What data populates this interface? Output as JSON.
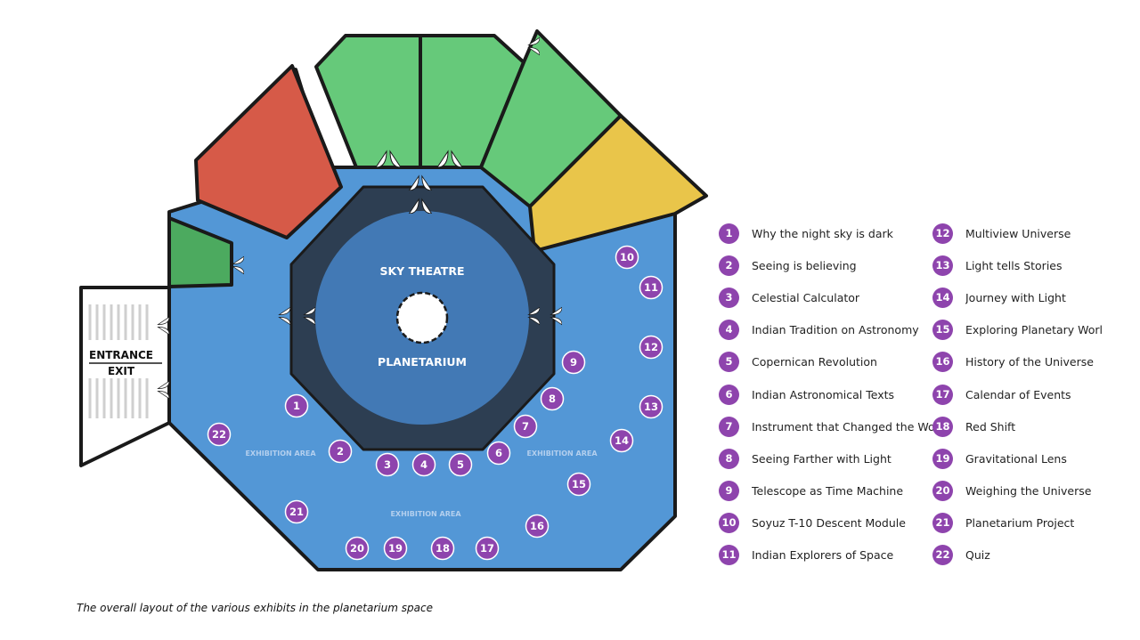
{
  "diagram": {
    "center_labels": {
      "top": "SKY THEATRE",
      "bottom": "PLANETARIUM"
    },
    "area_label": "EXHIBITION AREA",
    "door_labels": {
      "entrance": "ENTRANCE",
      "exit": "EXIT"
    },
    "colors": {
      "floor": "#5397d6",
      "inner_ring": "#2d3e52",
      "dome": "#4279b5",
      "red_hall": "#d65a48",
      "green_hall": "#66c97a",
      "dark_green_hall": "#4caa5f",
      "yellow_hall": "#e9c54a",
      "marker": "#8e44ad",
      "outline": "#1a1a1a"
    },
    "markers": [
      "1",
      "2",
      "3",
      "4",
      "5",
      "6",
      "7",
      "8",
      "9",
      "10",
      "11",
      "12",
      "13",
      "14",
      "15",
      "16",
      "17",
      "18",
      "19",
      "20",
      "21",
      "22"
    ]
  },
  "legend": [
    {
      "num": "1",
      "label": "Why the night sky is dark"
    },
    {
      "num": "2",
      "label": "Seeing is believing"
    },
    {
      "num": "3",
      "label": "Celestial Calculator"
    },
    {
      "num": "4",
      "label": "Indian Tradition on Astronomy"
    },
    {
      "num": "5",
      "label": "Copernican Revolution"
    },
    {
      "num": "6",
      "label": "Indian Astronomical Texts"
    },
    {
      "num": "7",
      "label": "Instrument that Changed the World"
    },
    {
      "num": "8",
      "label": "Seeing Farther with Light"
    },
    {
      "num": "9",
      "label": "Telescope as Time Machine"
    },
    {
      "num": "10",
      "label": "Soyuz T-10 Descent Module"
    },
    {
      "num": "11",
      "label": "Indian Explorers of Space"
    },
    {
      "num": "12",
      "label": "Multiview Universe"
    },
    {
      "num": "13",
      "label": "Light tells Stories"
    },
    {
      "num": "14",
      "label": "Journey with Light"
    },
    {
      "num": "15",
      "label": "Exploring Planetary Worl"
    },
    {
      "num": "16",
      "label": "History of the Universe"
    },
    {
      "num": "17",
      "label": "Calendar of Events"
    },
    {
      "num": "18",
      "label": "Red Shift"
    },
    {
      "num": "19",
      "label": "Gravitational Lens"
    },
    {
      "num": "20",
      "label": "Weighing the Universe"
    },
    {
      "num": "21",
      "label": "Planetarium Project"
    },
    {
      "num": "22",
      "label": "Quiz"
    }
  ],
  "caption": "The overall layout of the various exhibits in the planetarium space"
}
